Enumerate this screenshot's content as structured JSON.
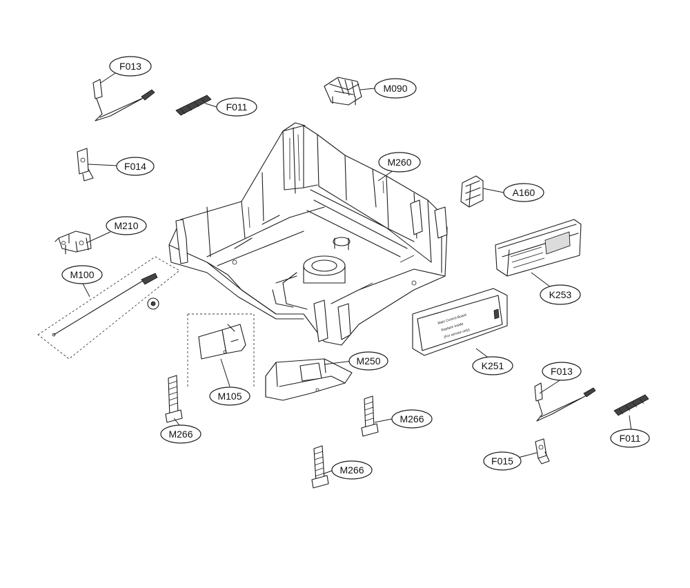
{
  "labels": {
    "f013_top": "F013",
    "f011_top": "F011",
    "m090": "M090",
    "f014": "F014",
    "m260": "M260",
    "a160": "A160",
    "m210": "M210",
    "m100": "M100",
    "k253": "K253",
    "k251": "K251",
    "m250": "M250",
    "m105": "M105",
    "m266_left": "M266",
    "m266_mid": "M266",
    "m266_bottom": "M266",
    "f013_right": "F013",
    "f011_right": "F011",
    "f015": "F015"
  },
  "board_text": {
    "line1": "Main Control Board",
    "line2": "Replace Inside",
    "line3": "(For service only)"
  }
}
